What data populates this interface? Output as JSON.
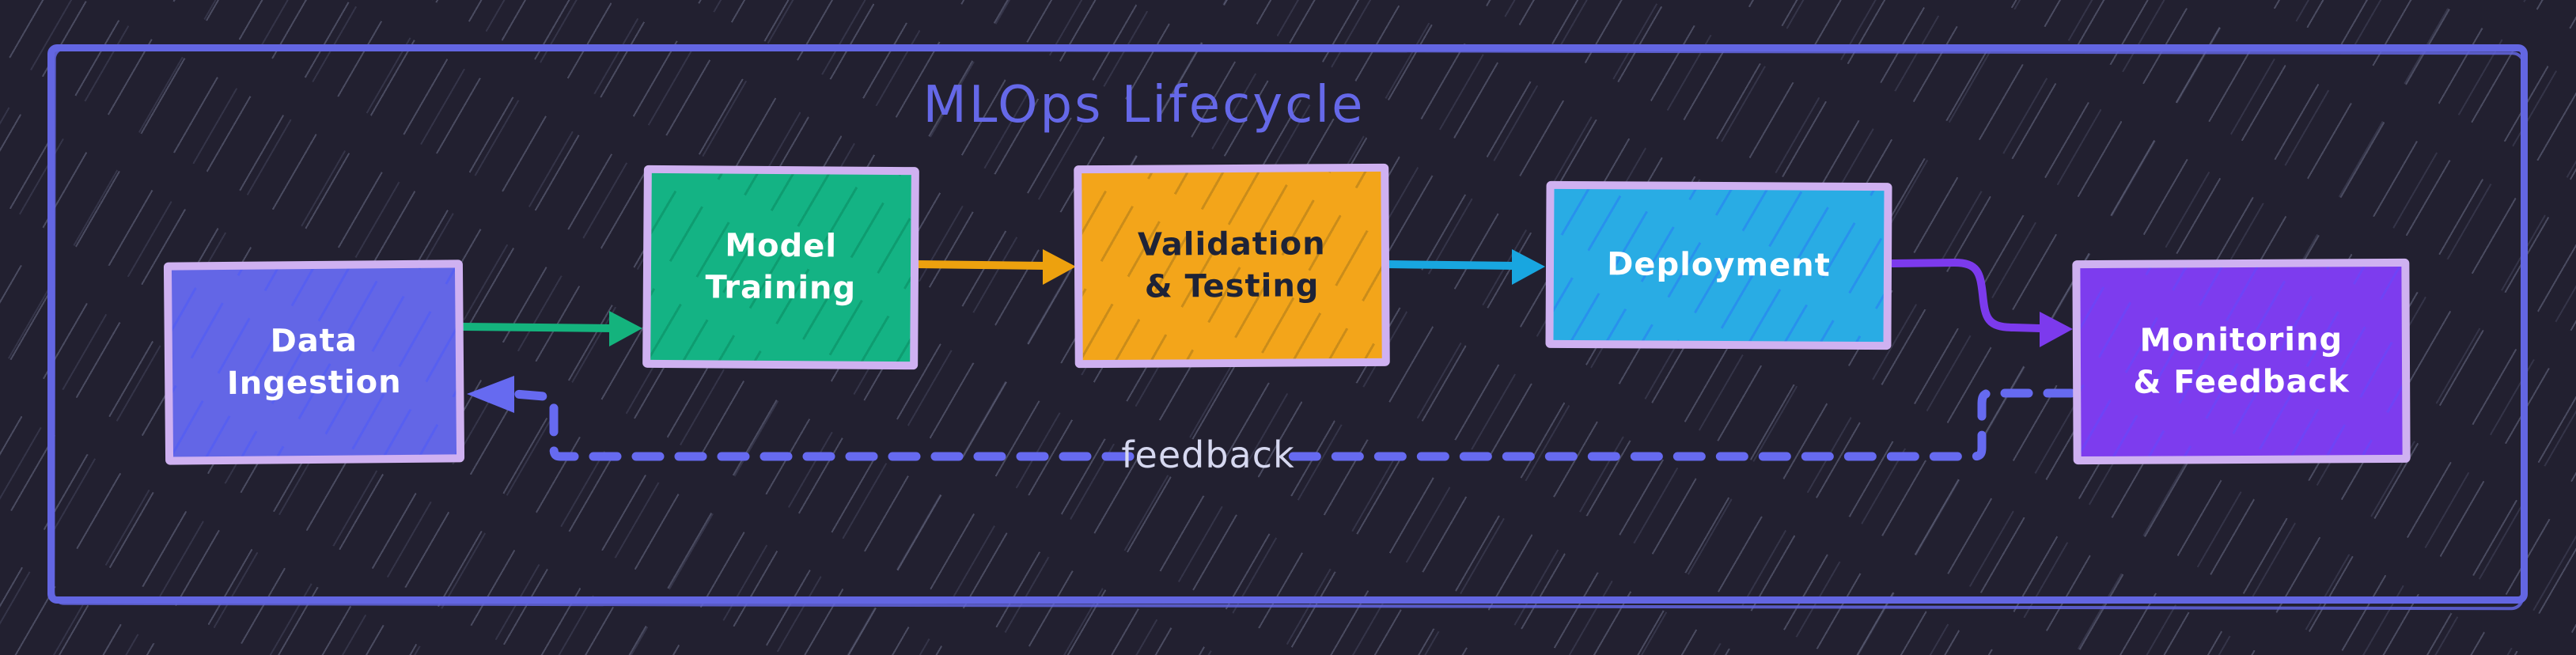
{
  "diagram": {
    "title": "MLOps Lifecycle",
    "nodes": [
      {
        "id": "data-ingestion",
        "label": "Data\nIngestion",
        "fill": "#6366e6",
        "text_color": "#ffffff"
      },
      {
        "id": "model-training",
        "label": "Model\nTraining",
        "fill": "#14b384",
        "text_color": "#ffffff"
      },
      {
        "id": "validation-testing",
        "label": "Validation\n& Testing",
        "fill": "#f3a51a",
        "text_color": "#1e2337"
      },
      {
        "id": "deployment",
        "label": "Deployment",
        "fill": "#29ace4",
        "text_color": "#ffffff"
      },
      {
        "id": "monitoring-feedback",
        "label": "Monitoring\n& Feedback",
        "fill": "#7d3cee",
        "text_color": "#ffffff"
      }
    ],
    "edges": [
      {
        "id": "ingestion-to-training",
        "from": "data-ingestion",
        "to": "model-training",
        "color": "#14b37d",
        "style": "solid",
        "label": ""
      },
      {
        "id": "training-to-validation",
        "from": "model-training",
        "to": "validation-testing",
        "color": "#eda10e",
        "style": "solid",
        "label": ""
      },
      {
        "id": "validation-to-deployment",
        "from": "validation-testing",
        "to": "deployment",
        "color": "#18a6e0",
        "style": "solid",
        "label": ""
      },
      {
        "id": "deployment-to-monitoring",
        "from": "deployment",
        "to": "monitoring-feedback",
        "color": "#7c3aed",
        "style": "solid",
        "label": ""
      },
      {
        "id": "monitoring-to-ingestion",
        "from": "monitoring-feedback",
        "to": "data-ingestion",
        "color": "#666af0",
        "style": "dashed",
        "label": "feedback"
      }
    ],
    "colors": {
      "background": "#222030",
      "frame": "#6366e2",
      "title": "#6568e8",
      "node_border": "#cfb1f1",
      "feedback_label": "#d6d8f0"
    }
  }
}
